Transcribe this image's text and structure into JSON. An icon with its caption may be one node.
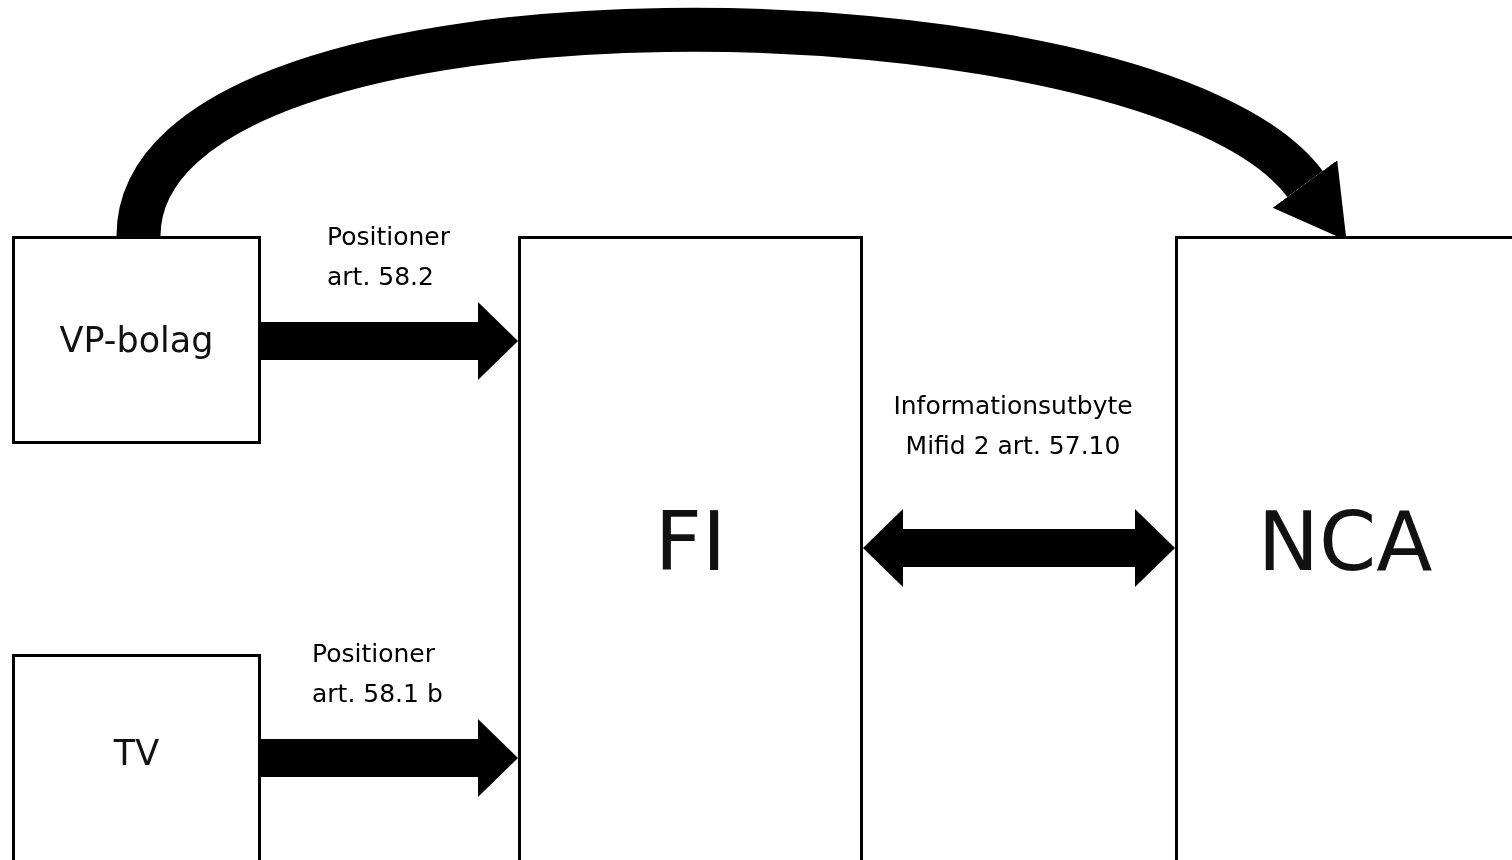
{
  "diagram": {
    "nodes": [
      {
        "text": [
          "VP-bolag"
        ]
      },
      {
        "text": [
          "TV"
        ]
      },
      {
        "text": [
          "FI"
        ]
      },
      {
        "text": [
          "NCA"
        ]
      }
    ],
    "edges": [
      {
        "from": 0,
        "to": 2,
        "arrow": "to",
        "label": "Positioner art. 58.2"
      },
      {
        "from": 1,
        "to": 2,
        "arrow": "to",
        "label": "Positioner art. 58.1 b"
      },
      {
        "from": 2,
        "to": 3,
        "arrow": "both",
        "label": "Informationsutbyte Mifid 2 art. 57.10"
      },
      {
        "from": 0,
        "to": 3,
        "arrow": "to"
      }
    ]
  }
}
